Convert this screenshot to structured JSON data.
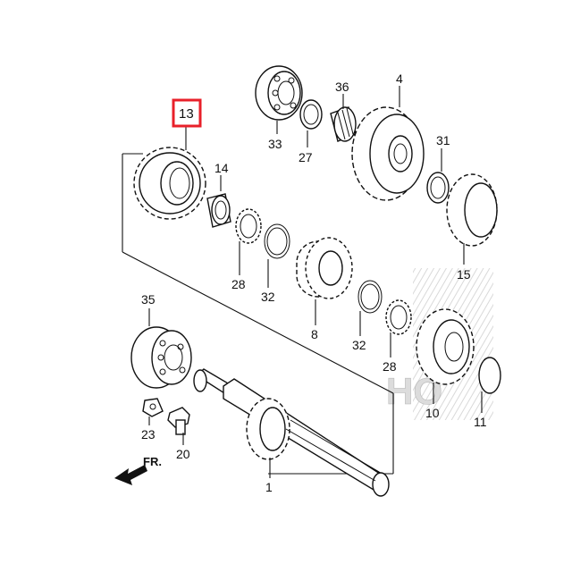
{
  "labels": {
    "p13": "13",
    "p14": "14",
    "p33": "33",
    "p36": "36",
    "p27": "27",
    "p4": "4",
    "p31": "31",
    "p15": "15",
    "p28a": "28",
    "p32a": "32",
    "p8": "8",
    "p32b": "32",
    "p28b": "28",
    "p35": "35",
    "p10": "10",
    "p11": "11",
    "p23": "23",
    "p20": "20",
    "p1": "1"
  },
  "direction": "FR.",
  "watermark": "HO",
  "highlight_color": "#e8202a"
}
